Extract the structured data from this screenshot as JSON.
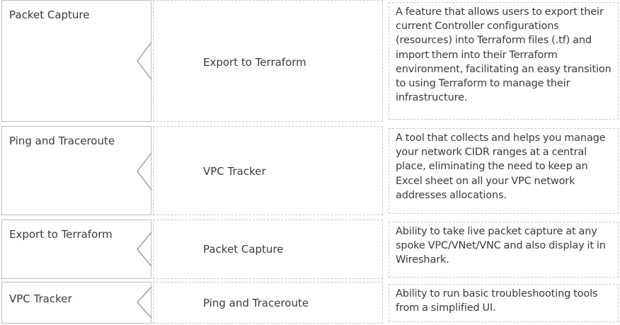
{
  "rows": [
    {
      "option": "Packet Capture",
      "target": "Export to Terraform",
      "description": "A feature that allows users to export their current Controller configurations (resources) into Terraform files (.tf) and import them into their Terraform environment, facilitating an easy transition to using Terraform to manage their infrastructure."
    },
    {
      "option": "Ping and Traceroute",
      "target": "VPC Tracker",
      "description": "A tool that collects and helps you manage your network CIDR ranges at a central place, eliminating the need to keep an Excel sheet on all your VPC network addresses allocations."
    },
    {
      "option": "Export to Terraform",
      "target": "Packet Capture",
      "description": "Ability to take live packet capture at any spoke VPC/VNet/VNC and also display it in Wireshark."
    },
    {
      "option": "VPC Tracker",
      "target": "Ping and Traceroute",
      "description": "Ability to run basic troubleshooting tools from a simplified UI."
    }
  ]
}
